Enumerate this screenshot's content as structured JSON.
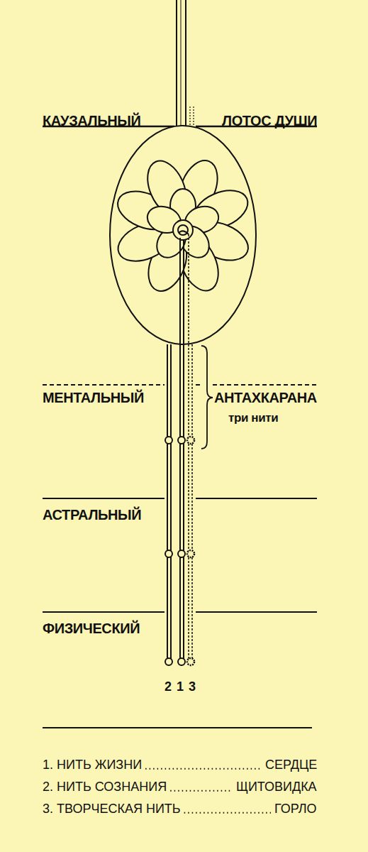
{
  "diagram": {
    "labels": [
      "КАУЗАЛЬНЫЙ",
      "ЛОТОС ДУШИ",
      "МЕНТАЛЬНЫЙ",
      "АНТАХКАРАНА",
      "три нити",
      "АСТРАЛЬНЫЙ",
      "ФИЗИЧЕСКИЙ",
      "2",
      "1",
      "3",
      "1. НИТЬ ЖИЗНИ",
      "СЕРДЦЕ",
      "2. НИТЬ СОЗНАНИЯ",
      "ЩИТОВИДКА",
      "3. ТВОРЧЕСКАЯ НИТЬ",
      "ГОРЛО"
    ]
  }
}
